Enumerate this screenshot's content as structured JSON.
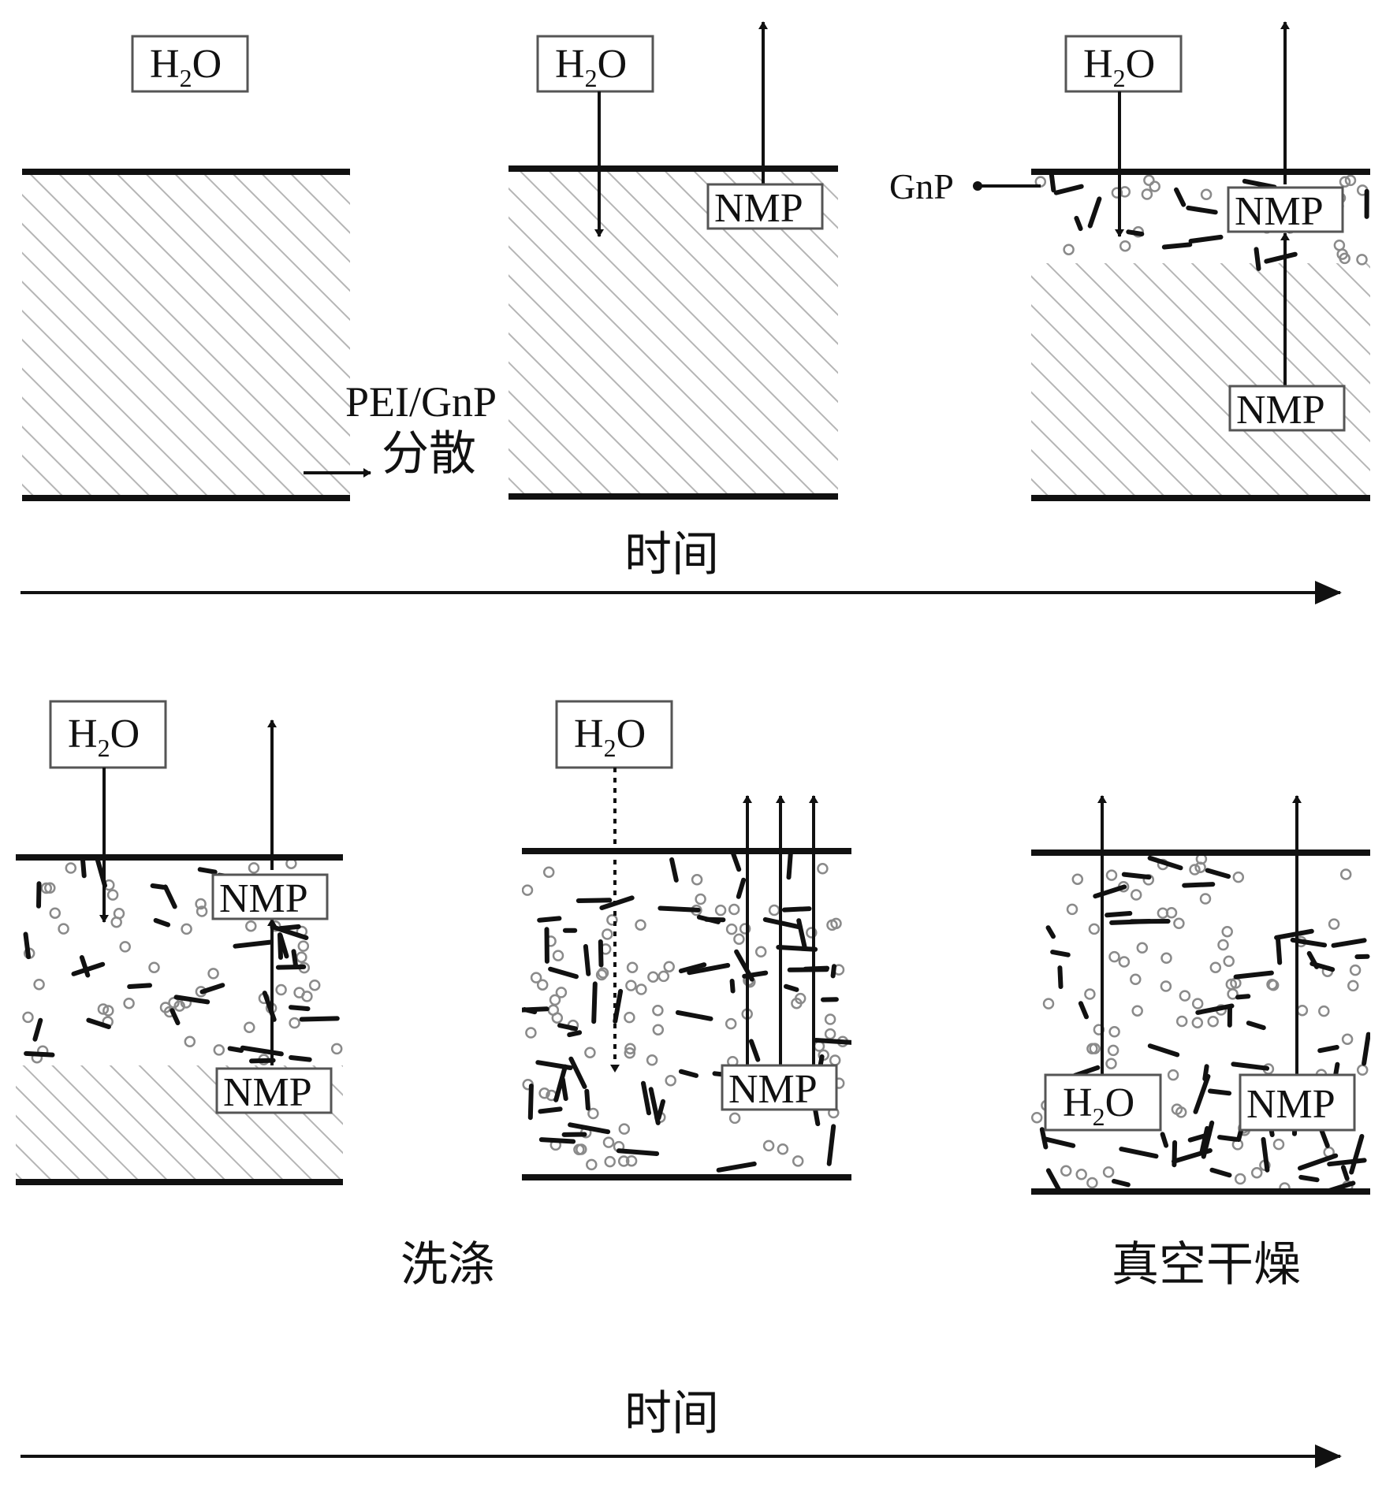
{
  "labels": {
    "water_main": "H",
    "water_sub": "2",
    "water_tail": "O",
    "nmp": "NMP",
    "gnp": "GnP",
    "pei_gnp": "PEI/GnP",
    "dispersion": "分散",
    "time": "时间",
    "washing": "洗涤",
    "vacuum_drying": "真空干燥"
  },
  "colors": {
    "hatch": "#b5b5b5",
    "particle_ring": "#8a8a8a",
    "flake": "#111111",
    "box_stroke": "#555555"
  }
}
